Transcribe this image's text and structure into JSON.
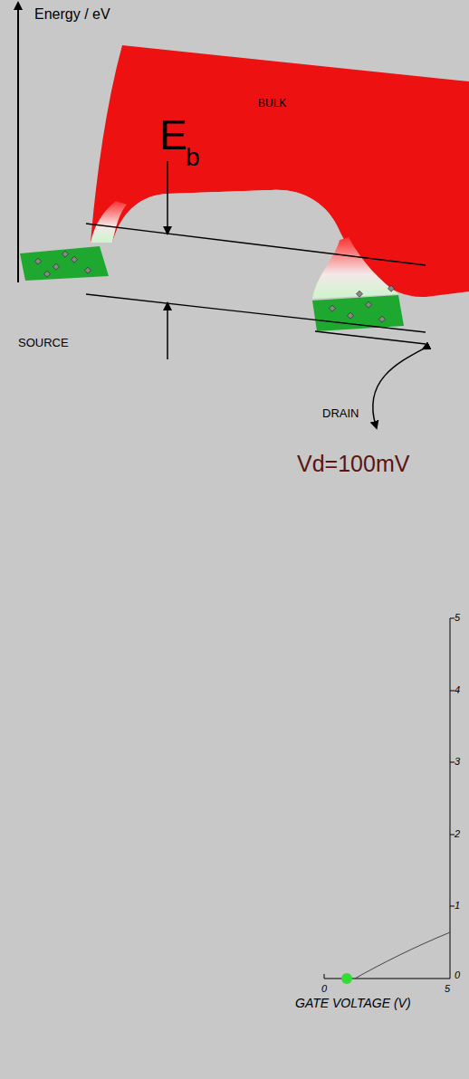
{
  "diagram": {
    "labels": [
      "Energy / eV",
      "E",
      "b",
      "BULK",
      "SOURCE",
      "DRAIN",
      "Vd=100mV",
      "5",
      "4",
      "3",
      "2",
      "1",
      "0",
      "0",
      "5",
      "GATE VOLTAGE (V)"
    ]
  }
}
